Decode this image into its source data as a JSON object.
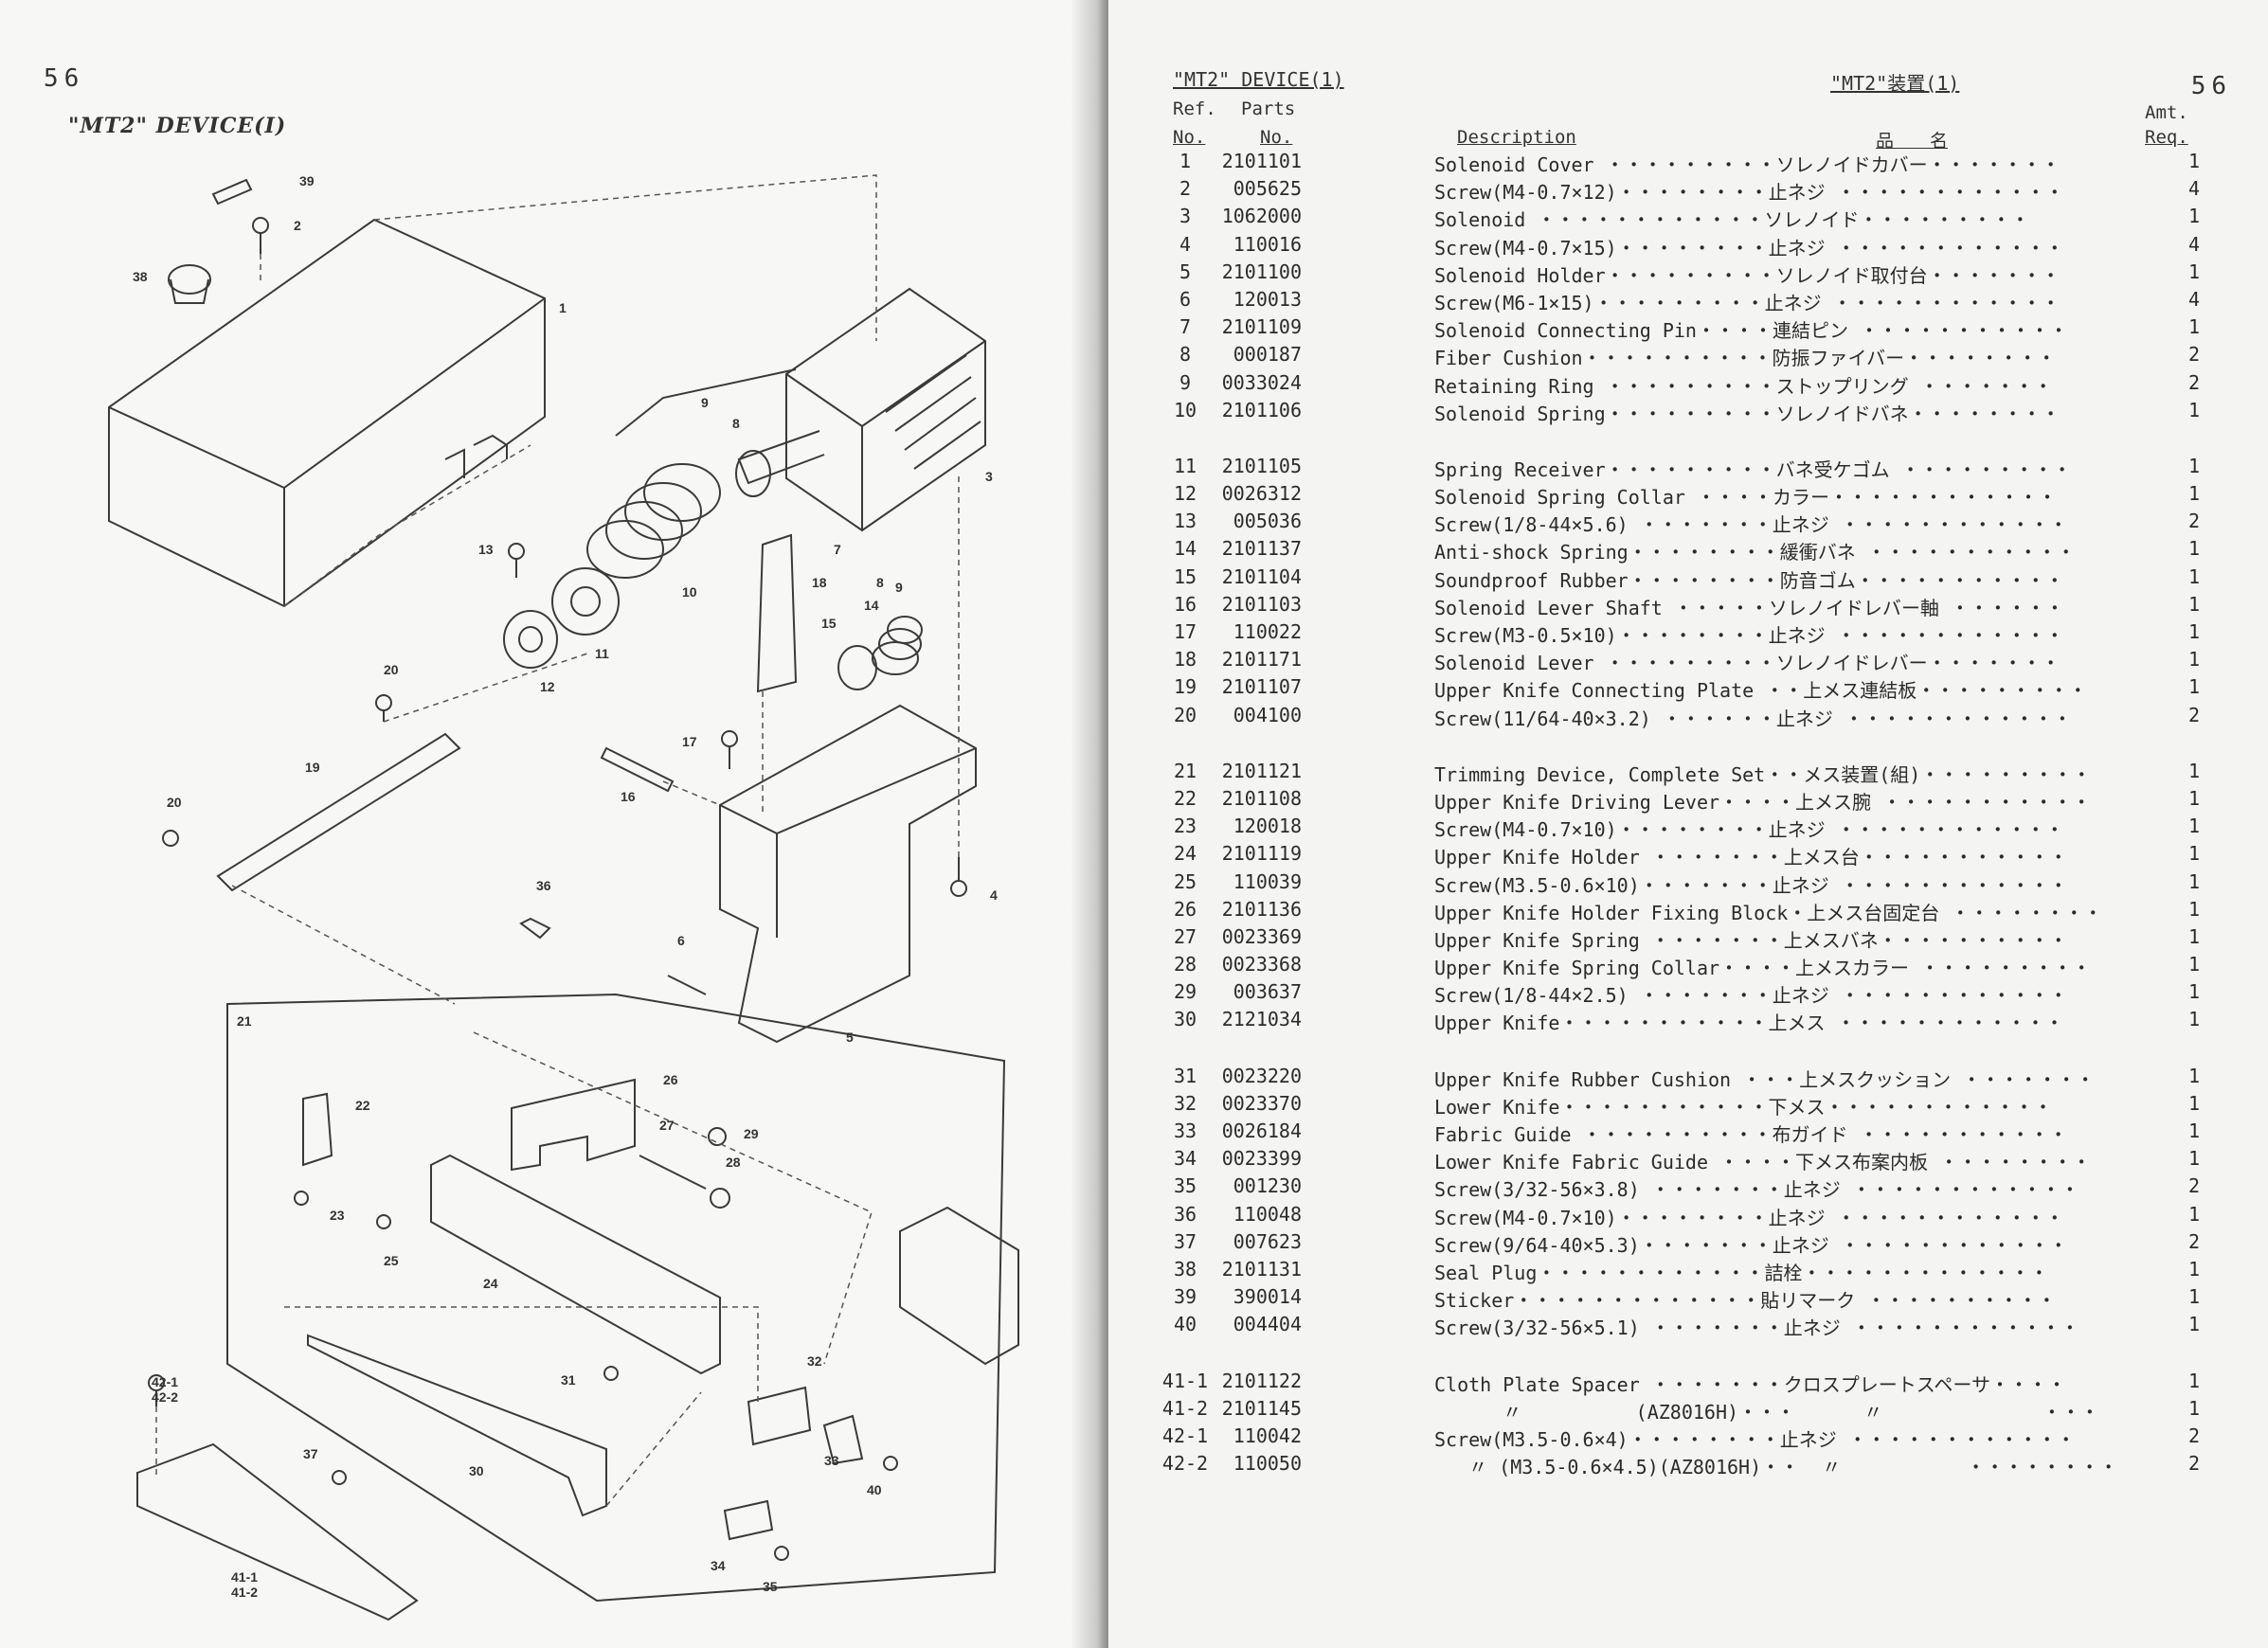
{
  "left_page": {
    "page_number": "56",
    "title": "\"MT2\" DEVICE(I)",
    "callouts": [
      "1",
      "2",
      "3",
      "4",
      "5",
      "6",
      "7",
      "8",
      "9",
      "9",
      "10",
      "11",
      "12",
      "13",
      "14",
      "15",
      "16",
      "17",
      "18",
      "19",
      "20",
      "20",
      "21",
      "22",
      "23",
      "24",
      "25",
      "26",
      "27",
      "28",
      "29",
      "30",
      "31",
      "32",
      "33",
      "34",
      "35",
      "36",
      "37",
      "38",
      "39",
      "40",
      "41-1",
      "41-2",
      "42-1",
      "42-2"
    ]
  },
  "right_page": {
    "title_en": "\"MT2\" DEVICE(1)",
    "title_jp": "\"MT2\"装置(1)",
    "page_number": "56",
    "headers": {
      "ref": "Ref.",
      "ref_no": "No.",
      "parts": "Parts",
      "parts_no": "No.",
      "description": "Description",
      "jp_name": "品　　名",
      "amt": "Amt.",
      "req": "Req."
    },
    "rows": [
      {
        "ref": "1",
        "part": "2101101",
        "desc": "Solenoid Cover ・・・・・・・・・ソレノイドカバー・・・・・・・",
        "amt": "1"
      },
      {
        "ref": "2",
        "part": "005625",
        "desc": "Screw(M4-0.7×12)・・・・・・・・止ネジ ・・・・・・・・・・・・",
        "amt": "4"
      },
      {
        "ref": "3",
        "part": "1062000",
        "desc": "Solenoid ・・・・・・・・・・・・ソレノイド・・・・・・・・・",
        "amt": "1"
      },
      {
        "ref": "4",
        "part": "110016",
        "desc": "Screw(M4-0.7×15)・・・・・・・・止ネジ ・・・・・・・・・・・・",
        "amt": "4"
      },
      {
        "ref": "5",
        "part": "2101100",
        "desc": "Solenoid Holder・・・・・・・・・ソレノイド取付台・・・・・・・",
        "amt": "1"
      },
      {
        "ref": "6",
        "part": "120013",
        "desc": "Screw(M6-1×15)・・・・・・・・・止ネジ ・・・・・・・・・・・・",
        "amt": "4"
      },
      {
        "ref": "7",
        "part": "2101109",
        "desc": "Solenoid Connecting Pin・・・・連結ピン ・・・・・・・・・・・",
        "amt": "1"
      },
      {
        "ref": "8",
        "part": "000187",
        "desc": "Fiber Cushion・・・・・・・・・・防振ファイバー・・・・・・・・",
        "amt": "2"
      },
      {
        "ref": "9",
        "part": "0033024",
        "desc": "Retaining Ring ・・・・・・・・・ストップリング ・・・・・・・",
        "amt": "2"
      },
      {
        "ref": "10",
        "part": "2101106",
        "desc": "Solenoid Spring・・・・・・・・・ソレノイドバネ・・・・・・・・",
        "amt": "1",
        "gap_after": true
      },
      {
        "ref": "11",
        "part": "2101105",
        "desc": "Spring Receiver・・・・・・・・・バネ受ケゴム ・・・・・・・・・",
        "amt": "1"
      },
      {
        "ref": "12",
        "part": "0026312",
        "desc": "Solenoid Spring Collar ・・・・カラー・・・・・・・・・・・・",
        "amt": "1"
      },
      {
        "ref": "13",
        "part": "005036",
        "desc": "Screw(1/8-44×5.6) ・・・・・・・止ネジ ・・・・・・・・・・・・",
        "amt": "2"
      },
      {
        "ref": "14",
        "part": "2101137",
        "desc": "Anti-shock Spring・・・・・・・・緩衝バネ ・・・・・・・・・・・",
        "amt": "1"
      },
      {
        "ref": "15",
        "part": "2101104",
        "desc": "Soundproof Rubber・・・・・・・・防音ゴム・・・・・・・・・・・",
        "amt": "1"
      },
      {
        "ref": "16",
        "part": "2101103",
        "desc": "Solenoid Lever Shaft ・・・・・ソレノイドレバー軸 ・・・・・・",
        "amt": "1"
      },
      {
        "ref": "17",
        "part": "110022",
        "desc": "Screw(M3-0.5×10)・・・・・・・・止ネジ ・・・・・・・・・・・・",
        "amt": "1"
      },
      {
        "ref": "18",
        "part": "2101171",
        "desc": "Solenoid Lever ・・・・・・・・・ソレノイドレバー・・・・・・・",
        "amt": "1"
      },
      {
        "ref": "19",
        "part": "2101107",
        "desc": "Upper Knife Connecting Plate ・・上メス連結板・・・・・・・・・",
        "amt": "1"
      },
      {
        "ref": "20",
        "part": "004100",
        "desc": "Screw(11/64-40×3.2) ・・・・・・止ネジ ・・・・・・・・・・・・",
        "amt": "2",
        "gap_after": true
      },
      {
        "ref": "21",
        "part": "2101121",
        "desc": "Trimming Device, Complete Set・・メス装置(組)・・・・・・・・・",
        "amt": "1"
      },
      {
        "ref": "22",
        "part": "2101108",
        "desc": "Upper Knife Driving Lever・・・・上メス腕 ・・・・・・・・・・・",
        "amt": "1"
      },
      {
        "ref": "23",
        "part": "120018",
        "desc": "Screw(M4-0.7×10)・・・・・・・・止ネジ ・・・・・・・・・・・・",
        "amt": "1"
      },
      {
        "ref": "24",
        "part": "2101119",
        "desc": "Upper Knife Holder ・・・・・・・上メス台・・・・・・・・・・・",
        "amt": "1"
      },
      {
        "ref": "25",
        "part": "110039",
        "desc": "Screw(M3.5-0.6×10)・・・・・・・止ネジ ・・・・・・・・・・・・",
        "amt": "1"
      },
      {
        "ref": "26",
        "part": "2101136",
        "desc": "Upper Knife Holder Fixing Block・上メス台固定台 ・・・・・・・・",
        "amt": "1"
      },
      {
        "ref": "27",
        "part": "0023369",
        "desc": "Upper Knife Spring ・・・・・・・上メスバネ・・・・・・・・・・",
        "amt": "1"
      },
      {
        "ref": "28",
        "part": "0023368",
        "desc": "Upper Knife Spring Collar・・・・上メスカラー ・・・・・・・・・",
        "amt": "1"
      },
      {
        "ref": "29",
        "part": "003637",
        "desc": "Screw(1/8-44×2.5) ・・・・・・・止ネジ ・・・・・・・・・・・・",
        "amt": "1"
      },
      {
        "ref": "30",
        "part": "2121034",
        "desc": "Upper Knife・・・・・・・・・・・上メス ・・・・・・・・・・・・",
        "amt": "1",
        "gap_after": true
      },
      {
        "ref": "31",
        "part": "0023220",
        "desc": "Upper Knife Rubber Cushion ・・・上メスクッション ・・・・・・・",
        "amt": "1"
      },
      {
        "ref": "32",
        "part": "0023370",
        "desc": "Lower Knife・・・・・・・・・・・下メス・・・・・・・・・・・・",
        "amt": "1"
      },
      {
        "ref": "33",
        "part": "0026184",
        "desc": "Fabric Guide ・・・・・・・・・・布ガイド ・・・・・・・・・・・",
        "amt": "1"
      },
      {
        "ref": "34",
        "part": "0023399",
        "desc": "Lower Knife Fabric Guide ・・・・下メス布案内板 ・・・・・・・・",
        "amt": "1"
      },
      {
        "ref": "35",
        "part": "001230",
        "desc": "Screw(3/32-56×3.8) ・・・・・・・止ネジ ・・・・・・・・・・・・",
        "amt": "2"
      },
      {
        "ref": "36",
        "part": "110048",
        "desc": "Screw(M4-0.7×10)・・・・・・・・止ネジ ・・・・・・・・・・・・",
        "amt": "1"
      },
      {
        "ref": "37",
        "part": "007623",
        "desc": "Screw(9/64-40×5.3)・・・・・・・止ネジ ・・・・・・・・・・・・",
        "amt": "2"
      },
      {
        "ref": "38",
        "part": "2101131",
        "desc": "Seal Plug・・・・・・・・・・・・詰栓・・・・・・・・・・・・・",
        "amt": "1"
      },
      {
        "ref": "39",
        "part": "390014",
        "desc": "Sticker・・・・・・・・・・・・・貼リマーク ・・・・・・・・・・",
        "amt": "1"
      },
      {
        "ref": "40",
        "part": "004404",
        "desc": "Screw(3/32-56×5.1) ・・・・・・・止ネジ ・・・・・・・・・・・・",
        "amt": "1",
        "gap_after": true
      },
      {
        "ref": "41-1",
        "part": "2101122",
        "desc": "Cloth Plate Spacer ・・・・・・・クロスプレートスペーサ・・・・",
        "amt": "1"
      },
      {
        "ref": "41-2",
        "part": "2101145",
        "desc": "      〃          (AZ8016H)・・・      〃              ・・・",
        "amt": "1"
      },
      {
        "ref": "42-1",
        "part": "110042",
        "desc": "Screw(M3.5-0.6×4)・・・・・・・・止ネジ ・・・・・・・・・・・・",
        "amt": "2"
      },
      {
        "ref": "42-2",
        "part": "110050",
        "desc": "   〃 (M3.5-0.6×4.5)(AZ8016H)・・  〃           ・・・・・・・・",
        "amt": "2"
      }
    ]
  }
}
